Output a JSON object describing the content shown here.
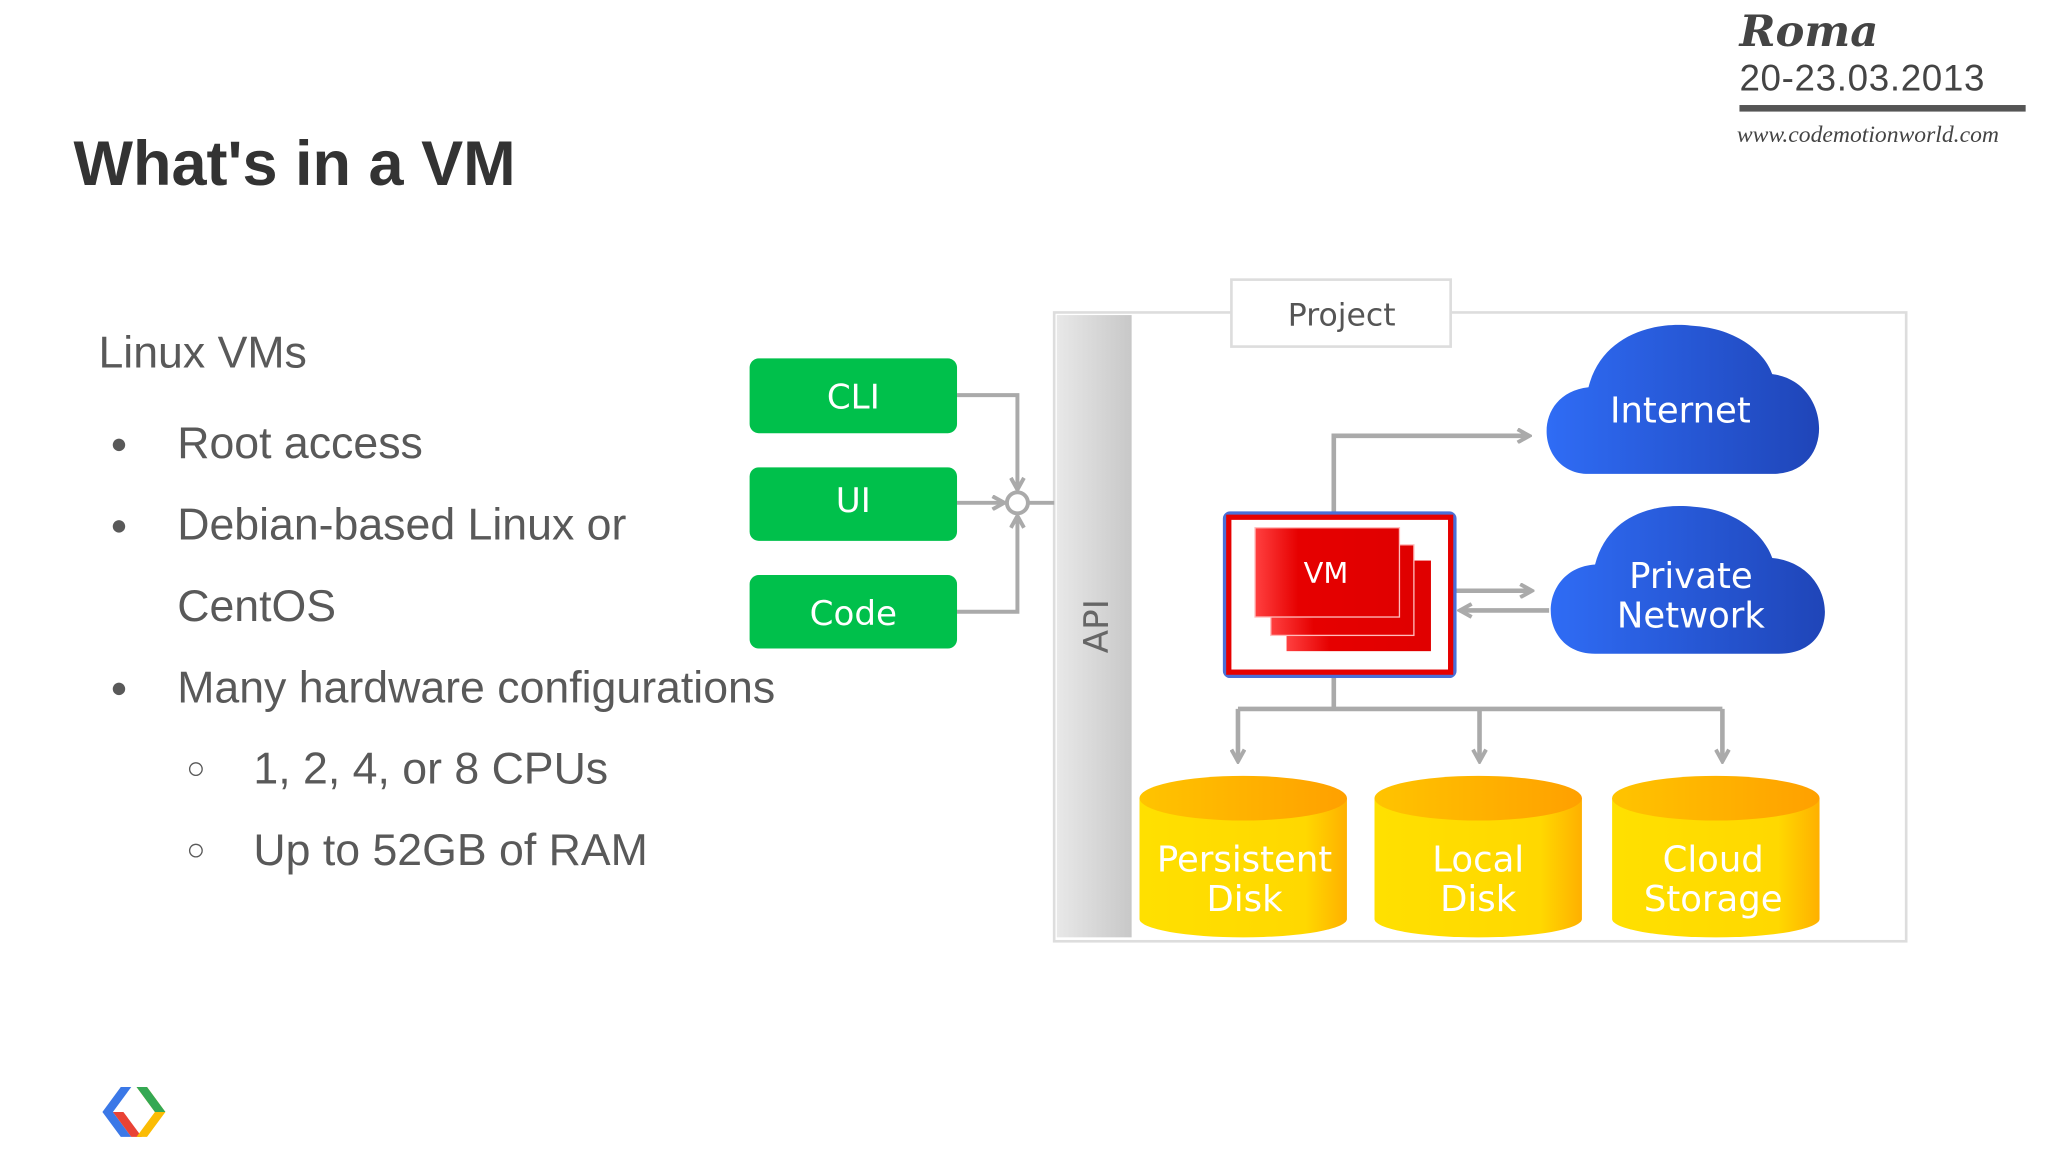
{
  "slide": {
    "title": "What's in a VM",
    "heading": "Linux VMs",
    "bullets": [
      "Root access",
      "Debian-based Linux or",
      "CentOS",
      "Many hardware configurations"
    ],
    "sub_bullets": [
      "1, 2, 4, or 8 CPUs",
      "Up to 52GB of RAM"
    ],
    "bullet_glyph": "●",
    "sub_bullet_glyph": "○"
  },
  "event": {
    "city": "Roma",
    "dates": "20-23.03.2013",
    "url": "www.codemotionworld.com"
  },
  "diagram": {
    "clients": [
      "CLI",
      "UI",
      "Code"
    ],
    "api_label": "API",
    "project_label": "Project",
    "vm_label": "VM",
    "networks": [
      "Internet",
      "Private",
      "Network"
    ],
    "storage": [
      {
        "line1": "Persistent",
        "line2": "Disk"
      },
      {
        "line1": "Local",
        "line2": "Disk"
      },
      {
        "line1": "Cloud",
        "line2": "Storage"
      }
    ],
    "colors": {
      "client": "#00c04b",
      "network": "#2b5fe0",
      "vm": "#e60000",
      "storage": "#ffd200",
      "connector": "#aaaaaa"
    }
  },
  "logo": {
    "name": "google-cloud-logo"
  }
}
